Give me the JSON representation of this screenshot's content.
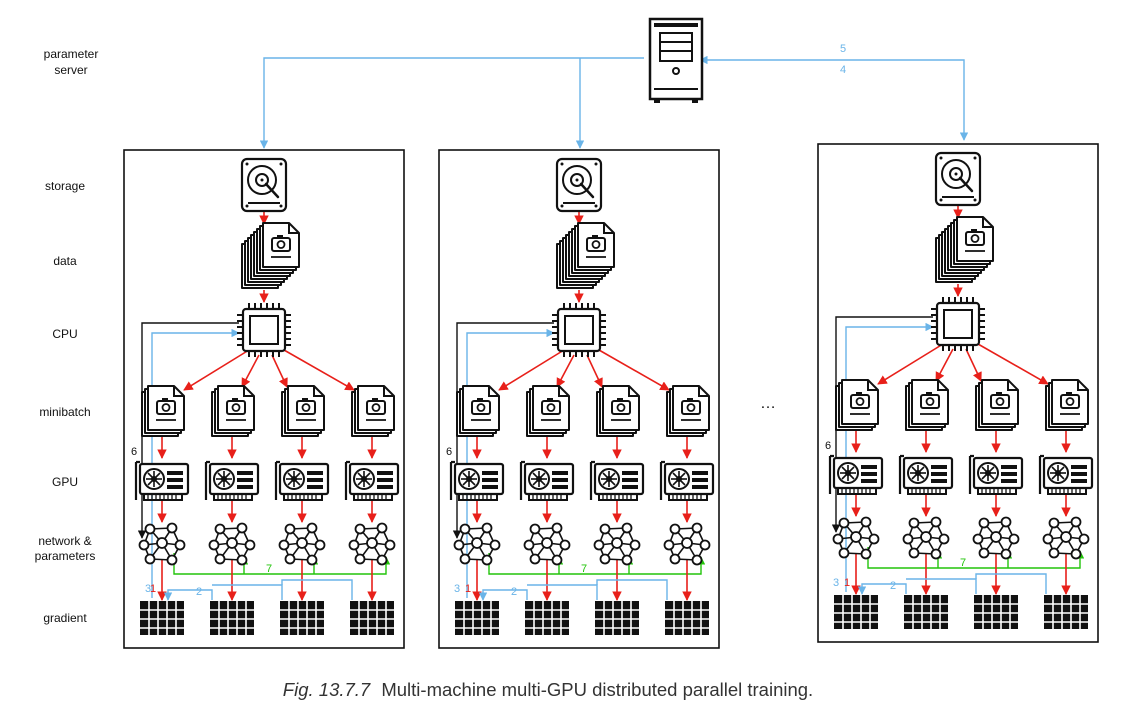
{
  "row_labels": {
    "parameter_server": [
      "parameter",
      "server"
    ],
    "storage": "storage",
    "data": "data",
    "cpu": "CPU",
    "minibatch": "minibatch",
    "gpu": "GPU",
    "network": [
      "network &",
      "parameters"
    ],
    "gradient": "gradient"
  },
  "step_labels": {
    "s1": "1",
    "s2": "2",
    "s3": "3",
    "s4": "4",
    "s5": "5",
    "s6": "6",
    "s7": "7"
  },
  "ellipsis": "…",
  "caption": {
    "fig": "Fig. 13.7.7",
    "text": "Multi-machine multi-GPU distributed parallel training."
  },
  "colors": {
    "red": "#e8201a",
    "blue": "#6ab4e8",
    "green": "#22c40a",
    "black": "#111111"
  },
  "icons": [
    "server-icon",
    "hard-drive-icon",
    "image-file-stack-icon",
    "cpu-chip-icon",
    "gpu-card-icon",
    "neural-network-icon",
    "gradient-grid-icon"
  ]
}
